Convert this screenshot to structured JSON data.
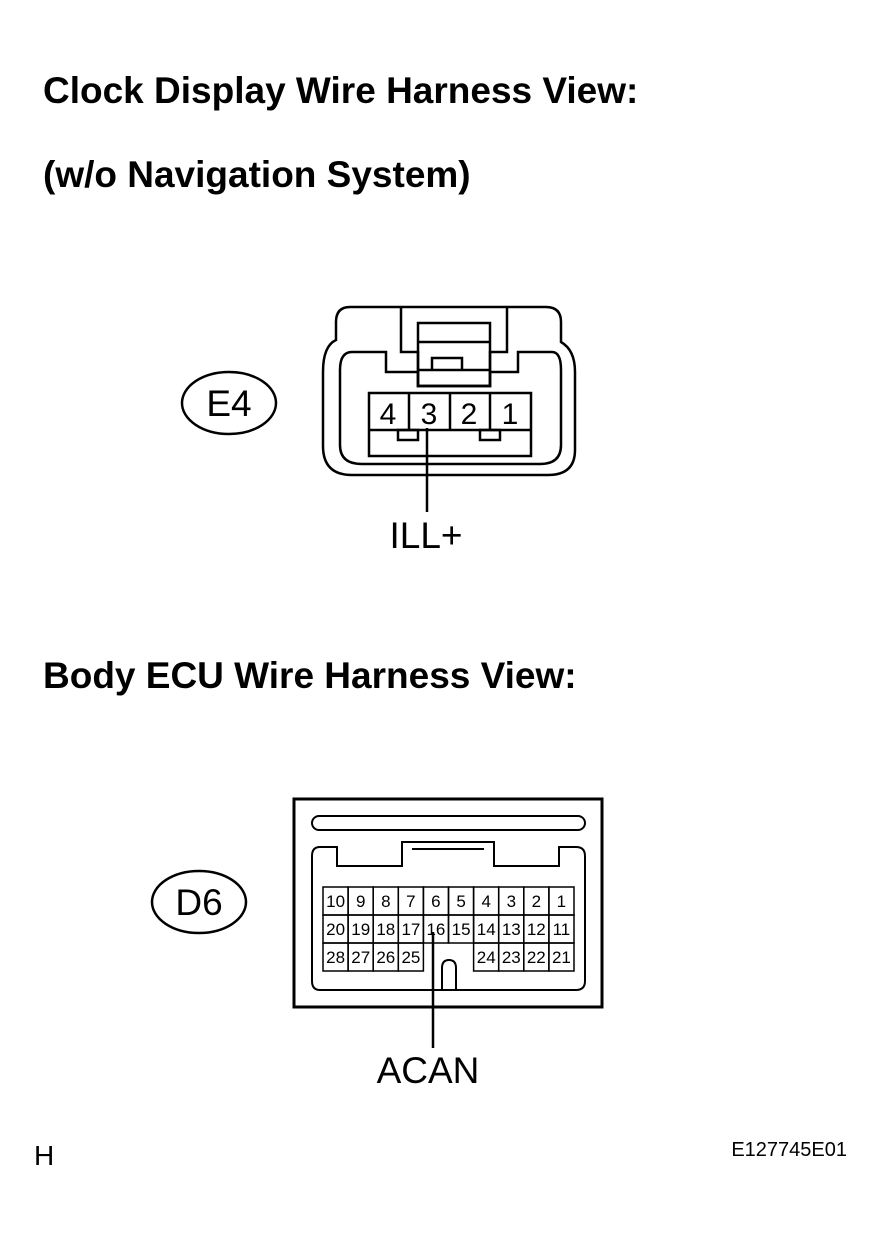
{
  "headings": {
    "clock_view": "Clock Display Wire Harness View:",
    "clock_note": "(w/o Navigation System)",
    "body_view": "Body ECU Wire Harness View:"
  },
  "connector_e4": {
    "id": "E4",
    "pins": [
      "4",
      "3",
      "2",
      "1"
    ],
    "signal_pin": "3",
    "signal_label": "ILL+"
  },
  "connector_d6": {
    "id": "D6",
    "rows": [
      [
        "10",
        "9",
        "8",
        "7",
        "6",
        "5",
        "4",
        "3",
        "2",
        "1"
      ],
      [
        "20",
        "19",
        "18",
        "17",
        "16",
        "15",
        "14",
        "13",
        "12",
        "11"
      ],
      [
        "28",
        "27",
        "26",
        "25",
        "",
        "",
        "24",
        "23",
        "22",
        "21"
      ]
    ],
    "signal_pin": "16",
    "signal_label": "ACAN"
  },
  "footer": {
    "left_mark": "H",
    "figure_code": "E127745E01"
  }
}
